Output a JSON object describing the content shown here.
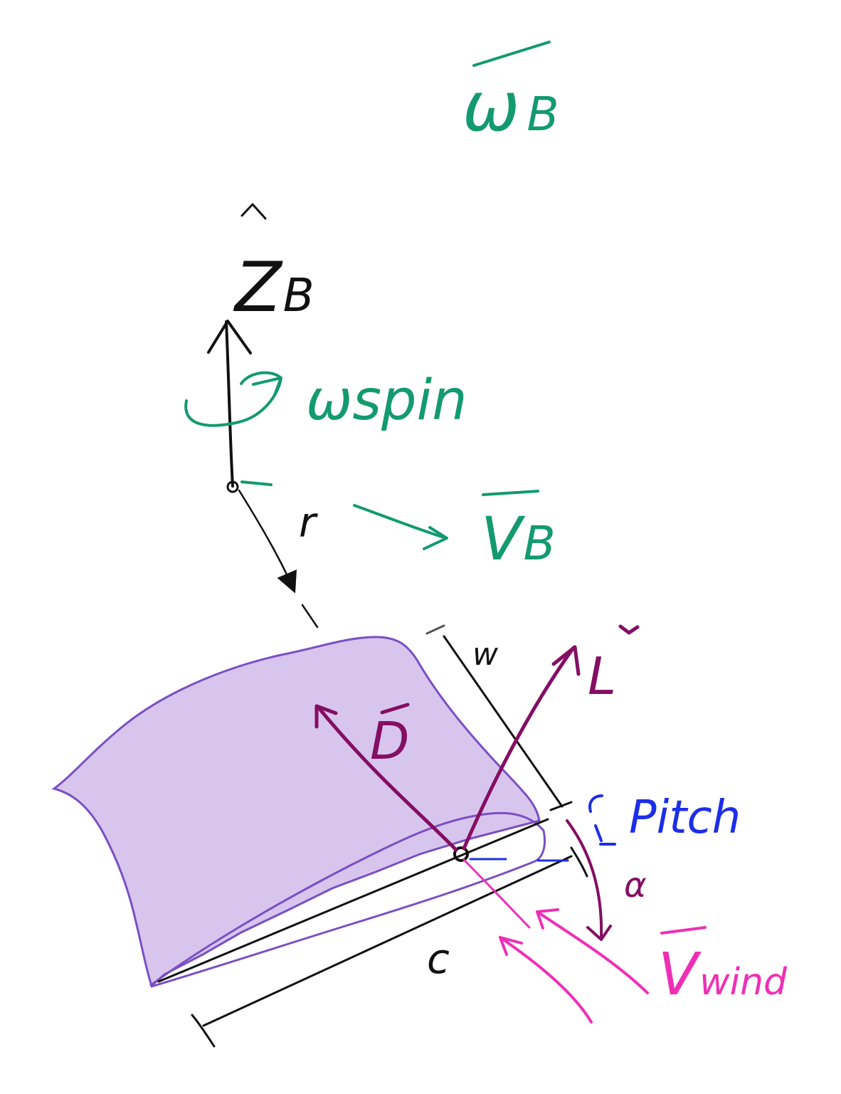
{
  "colors": {
    "black": "#111111",
    "green": "#139a6f",
    "purple_fill": "#d8c5ee",
    "purple_edge": "#7a4fc3",
    "maroon": "#840e63",
    "blue": "#1d2ee8",
    "magenta": "#ee2fb6"
  },
  "labels": {
    "omega_b": {
      "symbol": "ω",
      "sub": "B"
    },
    "z_b": {
      "symbol": "Z",
      "sub": "B"
    },
    "omega_spin": "ωspin",
    "r": "r",
    "v_b": {
      "symbol": "V",
      "sub": "B"
    },
    "w": "w",
    "drag": "D",
    "lift": "L",
    "pitch": "Pitch",
    "alpha": "α",
    "c": "c",
    "v_wind": {
      "symbol": "V",
      "sub": "wind"
    }
  }
}
